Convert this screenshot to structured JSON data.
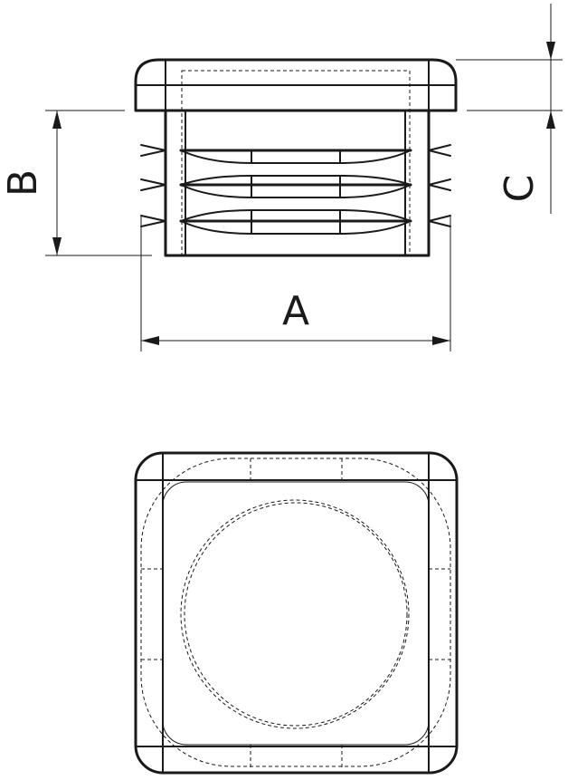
{
  "dimension_labels": {
    "a": "A",
    "b": "B",
    "c": "C"
  }
}
